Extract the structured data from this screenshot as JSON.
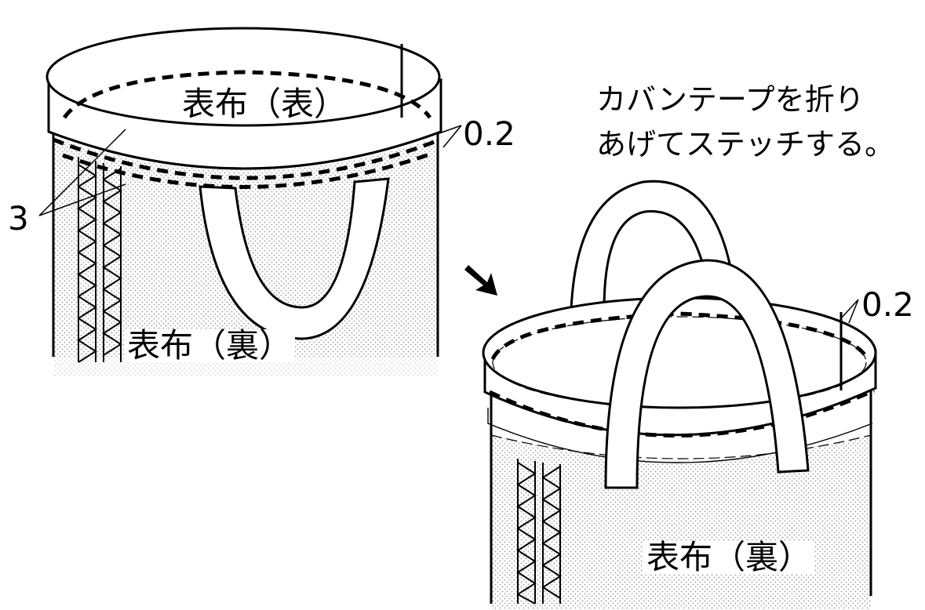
{
  "left_figure": {
    "label_outer_face": "表布（表）",
    "label_inner_face": "表布（裏）",
    "dim_edge": "0.2",
    "dim_fold": "3"
  },
  "instruction": {
    "line1": "カバンテープを折り",
    "line2": "あげてステッチする。"
  },
  "right_figure": {
    "label_inner_face": "表布（裏）",
    "dim_edge": "0.2"
  },
  "colors": {
    "ink": "#000000",
    "paper": "#ffffff",
    "dot_fill": "#9a9a9a"
  }
}
